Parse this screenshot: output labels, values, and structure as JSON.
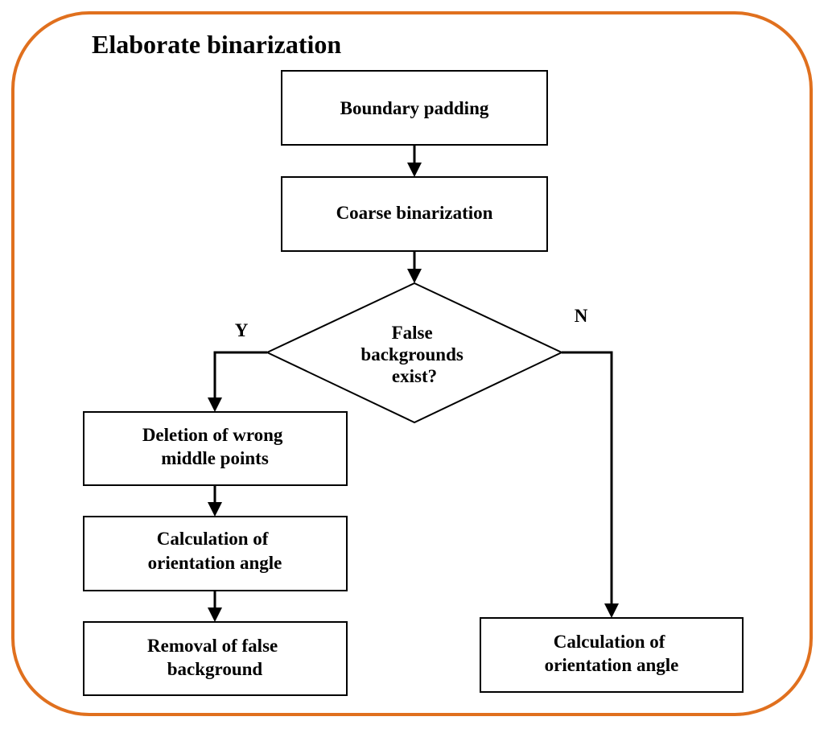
{
  "title": "Elaborate binarization",
  "colors": {
    "frame": "#E0701E",
    "stroke": "#000000",
    "fill": "#ffffff"
  },
  "nodes": {
    "boundary_padding": {
      "lines": [
        "Boundary padding"
      ]
    },
    "coarse_binarization": {
      "lines": [
        "Coarse binarization"
      ]
    },
    "decision": {
      "lines": [
        "False",
        "backgrounds",
        "exist?"
      ]
    },
    "deletion_wrong_points": {
      "lines": [
        "Deletion of wrong",
        "middle points"
      ]
    },
    "calc_angle_left": {
      "lines": [
        "Calculation of",
        "orientation angle"
      ]
    },
    "removal_false_background": {
      "lines": [
        "Removal of false",
        "background"
      ]
    },
    "calc_angle_right": {
      "lines": [
        "Calculation of",
        "orientation angle"
      ]
    }
  },
  "branches": {
    "yes": "Y",
    "no": "N"
  }
}
